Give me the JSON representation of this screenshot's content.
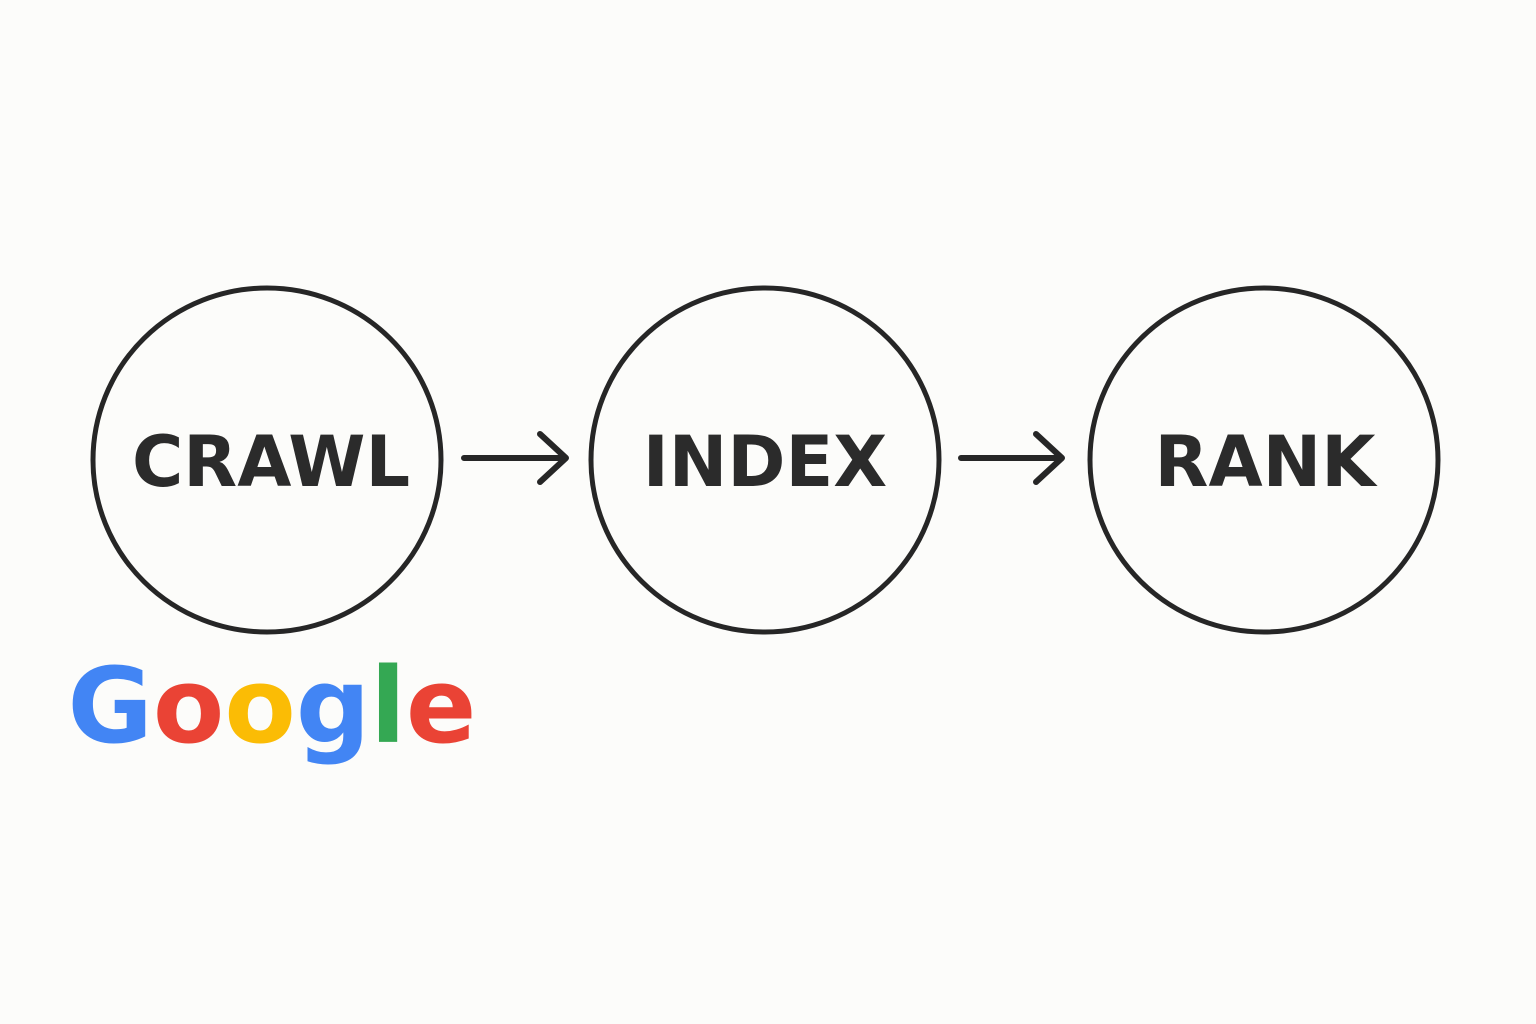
{
  "diagram": {
    "steps": [
      {
        "label": "CRAWL"
      },
      {
        "label": "INDEX"
      },
      {
        "label": "RANK"
      }
    ],
    "logo": {
      "text": "Google",
      "letter_colors": [
        "#4285F4",
        "#EA4335",
        "#FBBC05",
        "#4285F4",
        "#34A853",
        "#EA4335"
      ]
    },
    "colors": {
      "stroke": "#262626",
      "text": "#2b2b2b",
      "background": "#fcfcfa"
    }
  }
}
